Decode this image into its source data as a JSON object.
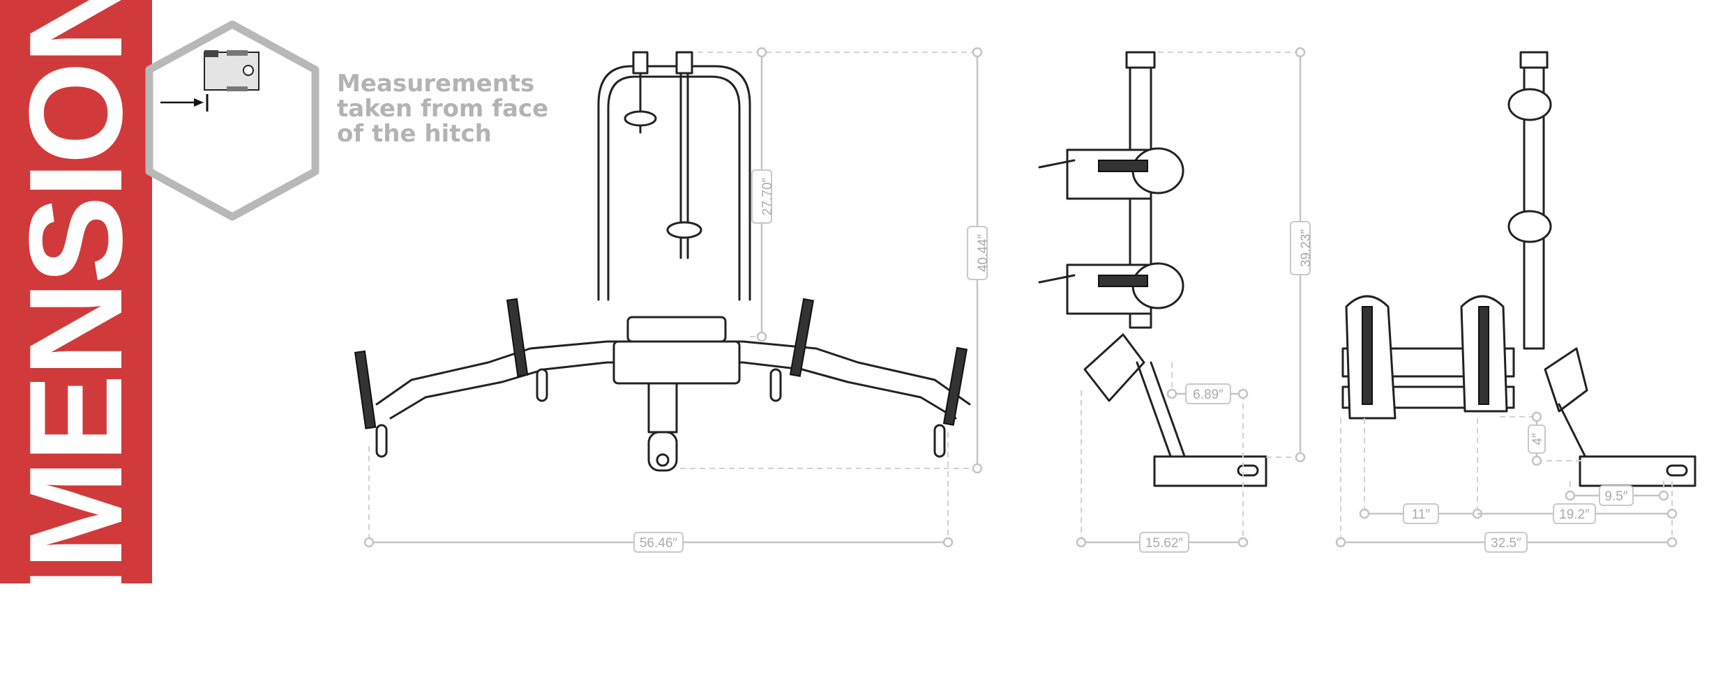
{
  "title": "DIMENSIONS",
  "note": {
    "lines": [
      "Measurements",
      "taken from face",
      "of the hitch"
    ]
  },
  "front_view": {
    "width": "56.46″",
    "total_height": "40.44″",
    "mast_height": "27.70″"
  },
  "side_view": {
    "height": "39.23″",
    "depth": "15.62″",
    "hitch_offset": "6.89″"
  },
  "rear_view": {
    "depth": "32.5″",
    "tray_spacing": "11″",
    "tray_to_hitch": "19.2″",
    "hitch_to_pin": "9.5″",
    "rise": "4″"
  },
  "colors": {
    "band": "#d13a3a",
    "note_text": "#b3b3b3",
    "dimension_lines": "#c4c4c4"
  }
}
